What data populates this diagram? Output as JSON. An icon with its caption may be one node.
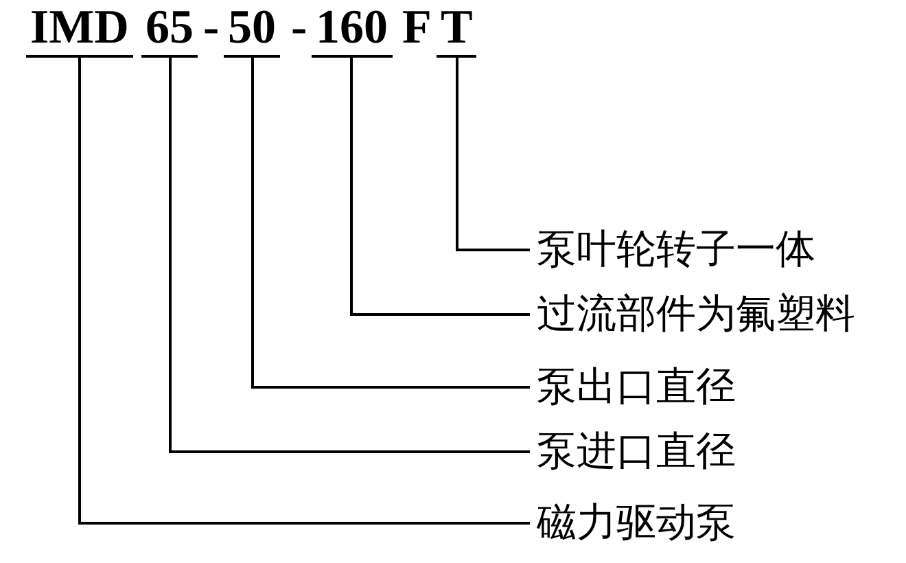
{
  "diagram": {
    "nodes": [
      {
        "text": [
          "IMD"
        ]
      },
      {
        "text": [
          "65"
        ]
      },
      {
        "text": [
          "50"
        ]
      },
      {
        "text": [
          "160"
        ]
      },
      {
        "text": [
          "T"
        ]
      },
      {
        "text": [
          "泵叶轮转子一体"
        ]
      },
      {
        "text": [
          "过流部件为氟塑料"
        ]
      },
      {
        "text": [
          "泵出口直径"
        ]
      },
      {
        "text": [
          "泵进口直径"
        ]
      },
      {
        "text": [
          "磁力驱动泵"
        ]
      }
    ],
    "edges": [
      {
        "from": 4,
        "to": 5,
        "arrow": "none"
      },
      {
        "from": 3,
        "to": 6,
        "arrow": "none"
      },
      {
        "from": 2,
        "to": 7,
        "arrow": "none"
      },
      {
        "from": 1,
        "to": 8,
        "arrow": "none"
      },
      {
        "from": 0,
        "to": 9,
        "arrow": "none"
      }
    ],
    "labels": [
      "-",
      "-",
      "F"
    ]
  }
}
